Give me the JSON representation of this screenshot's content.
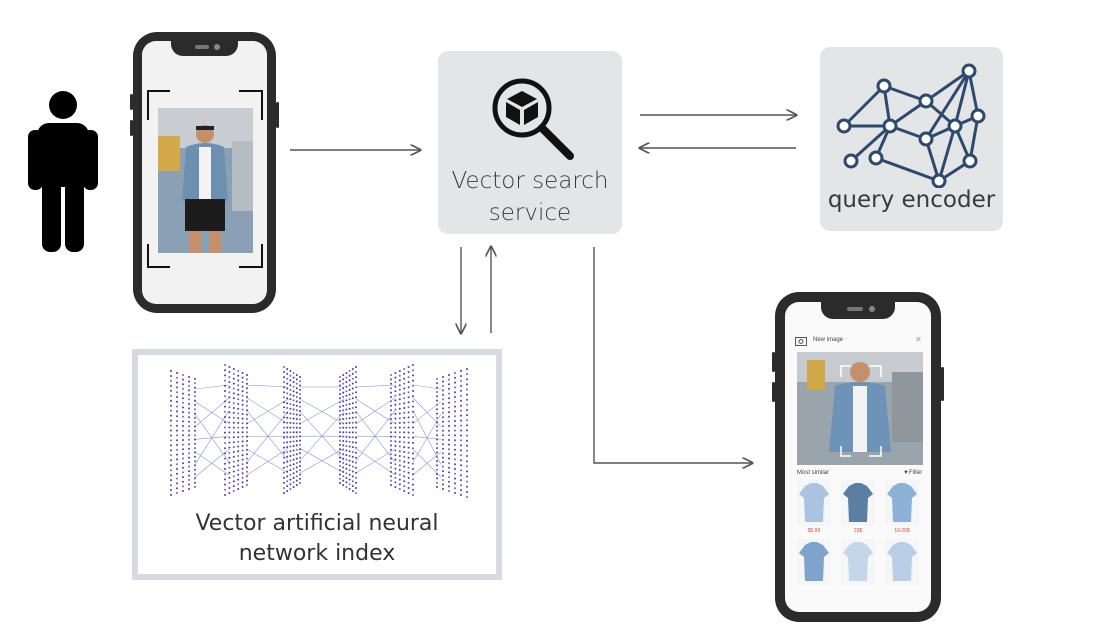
{
  "service": {
    "label_line1": "Vector search",
    "label_line2": "service",
    "icon": "magnifier-with-cube-icon"
  },
  "encoder": {
    "label": "query encoder",
    "icon": "graph-network-icon"
  },
  "index": {
    "label_line1": "Vector artificial neural",
    "label_line2": "network index",
    "icon": "neural-network-layers"
  },
  "user": {
    "icon": "person-icon"
  },
  "query_phone": {
    "icon": "camera-frame-photo"
  },
  "result_phone": {
    "header": "New image",
    "section_label": "Most similar",
    "filter_label": "Filter",
    "prices": [
      "$5.99",
      "23$",
      "19.20$"
    ],
    "colors": {
      "price": "#e0443c"
    }
  },
  "colors": {
    "box_fill": "#e3e5e6",
    "index_border": "#d6dbe3",
    "network_node": "#2d4a6e",
    "arrow": "#555555",
    "nn_dots": "#3d44b5"
  }
}
